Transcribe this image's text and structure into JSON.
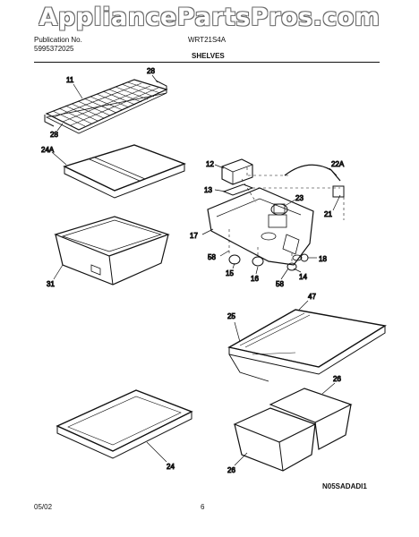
{
  "watermark": "AppliancePartsPros.com",
  "header": {
    "publication_label": "Publication No.",
    "publication_number": "5995372025",
    "model": "WRT21S4A",
    "section_title": "SHELVES"
  },
  "footer": {
    "date": "05/02",
    "page_number": "6",
    "diagram_code": "N05SADADI1"
  },
  "callouts": {
    "c11": "11",
    "c28a": "28",
    "c28b": "28",
    "c24a": "24A",
    "c31": "31",
    "c12": "12",
    "c13": "13",
    "c22a": "22A",
    "c23": "23",
    "c21": "21",
    "c17": "17",
    "c58a": "58",
    "c15": "15",
    "c16": "16",
    "c58b": "58",
    "c14": "14",
    "c18": "18",
    "c25": "25",
    "c47": "47",
    "c26a": "26",
    "c26b": "26",
    "c24": "24"
  }
}
